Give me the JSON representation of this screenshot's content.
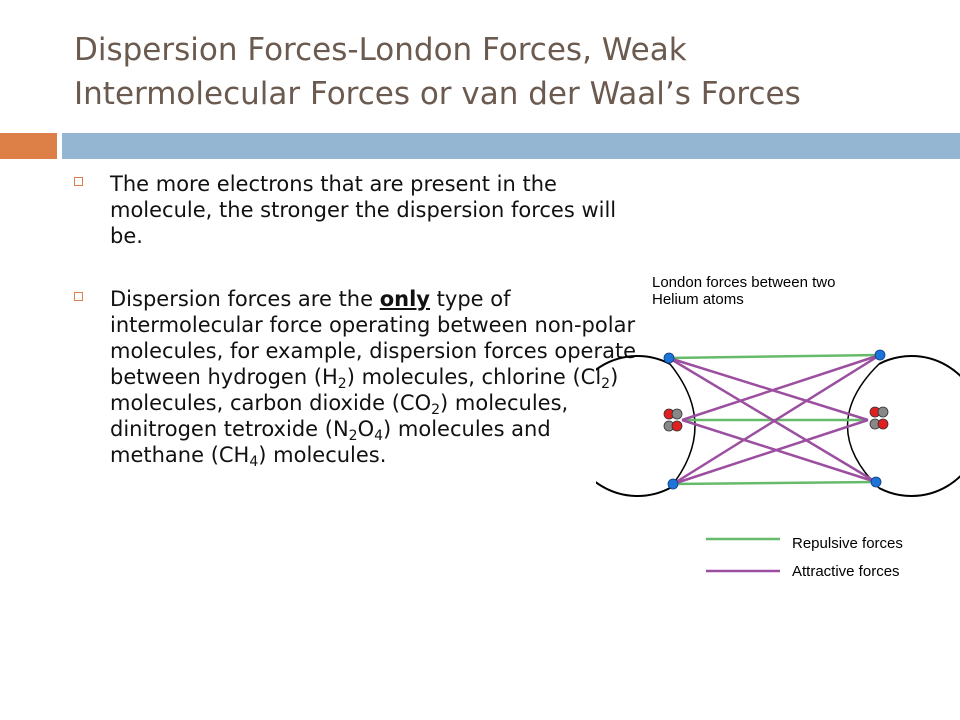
{
  "slide": {
    "title_line1": "Dispersion Forces-London Forces, Weak",
    "title_line2": "Intermolecular Forces or van der Waal’s Forces",
    "colors": {
      "accent_bar": "#dd8047",
      "main_bar": "#94b6d2",
      "title_text": "#6b5a4f"
    }
  },
  "bullets": [
    {
      "text": "The more electrons that are present in the molecule, the stronger the dispersion forces will be."
    },
    {
      "text_before": "Dispersion forces are the ",
      "emphasis": "only",
      "text_mid1": " type of intermolecular force operating between non-polar molecules, for example, dispersion forces operate between hydrogen (H",
      "h2_sub": "2",
      "text_mid2": ") molecules, chlorine (Cl",
      "cl2_sub": "2",
      "text_mid3": ") molecules, carbon dioxide (CO",
      "co2_sub": "2",
      "text_mid4": ") molecules, dinitrogen tetroxide (N",
      "n_sub": "2",
      "o_letter": "O",
      "o_sub": "4",
      "text_mid5": ") molecules and methane (CH",
      "ch4_sub": "4",
      "text_end": ") molecules."
    }
  ],
  "diagram": {
    "heading_line1": "London forces between two",
    "heading_line2": "Helium atoms",
    "legend": [
      {
        "label": "Repulsive forces",
        "color": "#66bb6a"
      },
      {
        "label": "Attractive forces",
        "color": "#9c4fa0"
      }
    ],
    "colors": {
      "electron": "#1e73d8",
      "nucleus_proton": "#e02020",
      "nucleus_neutron": "#888888"
    }
  }
}
